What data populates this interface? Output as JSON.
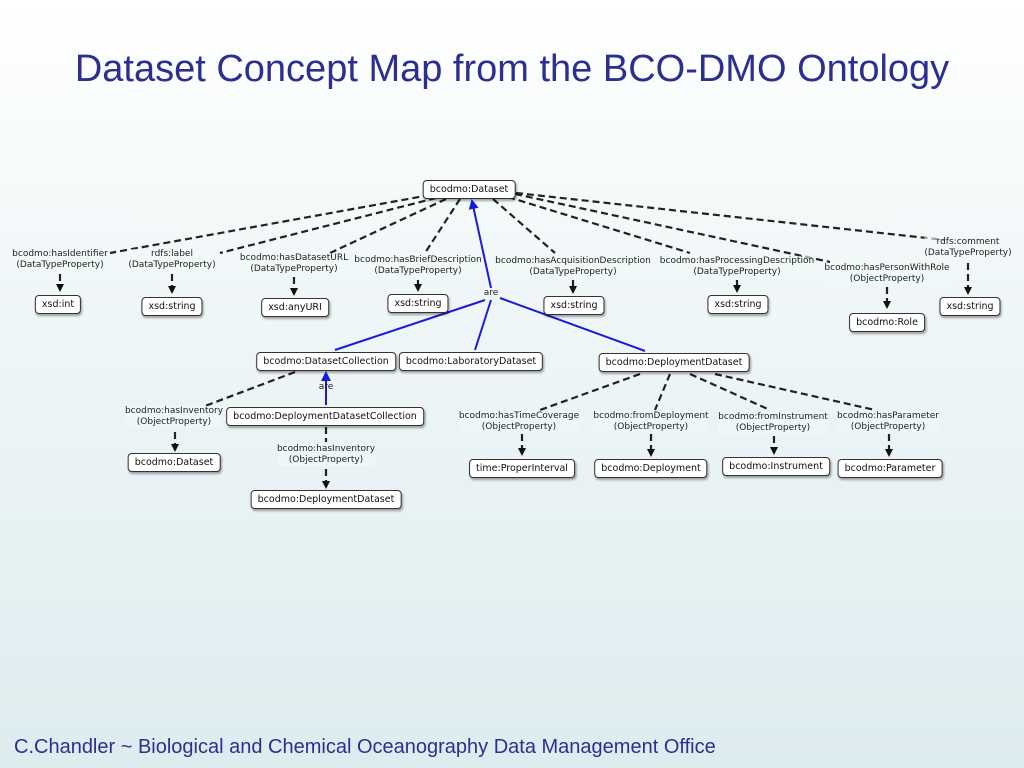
{
  "slide": {
    "title": "Dataset Concept Map from the BCO-DMO Ontology",
    "footer": "C.Chandler ~ Biological and Chemical Oceanography Data Management Office"
  },
  "colors": {
    "title": "#2b2f8f",
    "is_a_edge": "#1a1adc",
    "property_edge": "#222222"
  },
  "nodes": {
    "dataset": "bcodmo:Dataset",
    "xsd_int": "xsd:int",
    "xsd_string_label": "xsd:string",
    "xsd_anyuri": "xsd:anyURI",
    "xsd_string_brief": "xsd:string",
    "xsd_string_acq": "xsd:string",
    "xsd_string_proc": "xsd:string",
    "role": "bcodmo:Role",
    "xsd_string_comment": "xsd:string",
    "dataset_collection": "bcodmo:DatasetCollection",
    "laboratory_dataset": "bcodmo:LaboratoryDataset",
    "deployment_dataset": "bcodmo:DeploymentDataset",
    "deployment_dataset_collection": "bcodmo:DeploymentDatasetCollection",
    "inventory_dataset": "bcodmo:Dataset",
    "inventory_deployment_dataset": "bcodmo:DeploymentDataset",
    "proper_interval": "time:ProperInterval",
    "deployment": "bcodmo:Deployment",
    "instrument": "bcodmo:Instrument",
    "parameter": "bcodmo:Parameter"
  },
  "edge_labels": {
    "has_identifier": {
      "name": "bcodmo:hasIdentifier",
      "type": "(DataTypeProperty)"
    },
    "label": {
      "name": "rdfs:label",
      "type": "(DataTypeProperty)"
    },
    "has_dataset_url": {
      "name": "bcodmo:hasDatasetURL",
      "type": "(DataTypeProperty)"
    },
    "has_brief_description": {
      "name": "bcodmo:hasBriefDescription",
      "type": "(DataTypeProperty)"
    },
    "has_acquisition_description": {
      "name": "bcodmo:hasAcquisitionDescription",
      "type": "(DataTypeProperty)"
    },
    "has_processing_description": {
      "name": "bcodmo:hasProcessingDescription",
      "type": "(DataTypeProperty)"
    },
    "has_person_with_role": {
      "name": "bcodmo:hasPersonWithRole",
      "type": "(ObjectProperty)"
    },
    "comment": {
      "name": "rdfs:comment",
      "type": "(DataTypeProperty)"
    },
    "has_inventory_1": {
      "name": "bcodmo:hasInventory",
      "type": "(ObjectProperty)"
    },
    "has_inventory_2": {
      "name": "bcodmo:hasInventory",
      "type": "(ObjectProperty)"
    },
    "has_time_coverage": {
      "name": "bcodmo:hasTimeCoverage",
      "type": "(ObjectProperty)"
    },
    "from_deployment": {
      "name": "bcodmo:fromDeployment",
      "type": "(ObjectProperty)"
    },
    "from_instrument": {
      "name": "bcodmo:fromInstrument",
      "type": "(ObjectProperty)"
    },
    "has_parameter": {
      "name": "bcodmo:hasParameter",
      "type": "(ObjectProperty)"
    },
    "are_top": "are",
    "are_collection": "are"
  }
}
